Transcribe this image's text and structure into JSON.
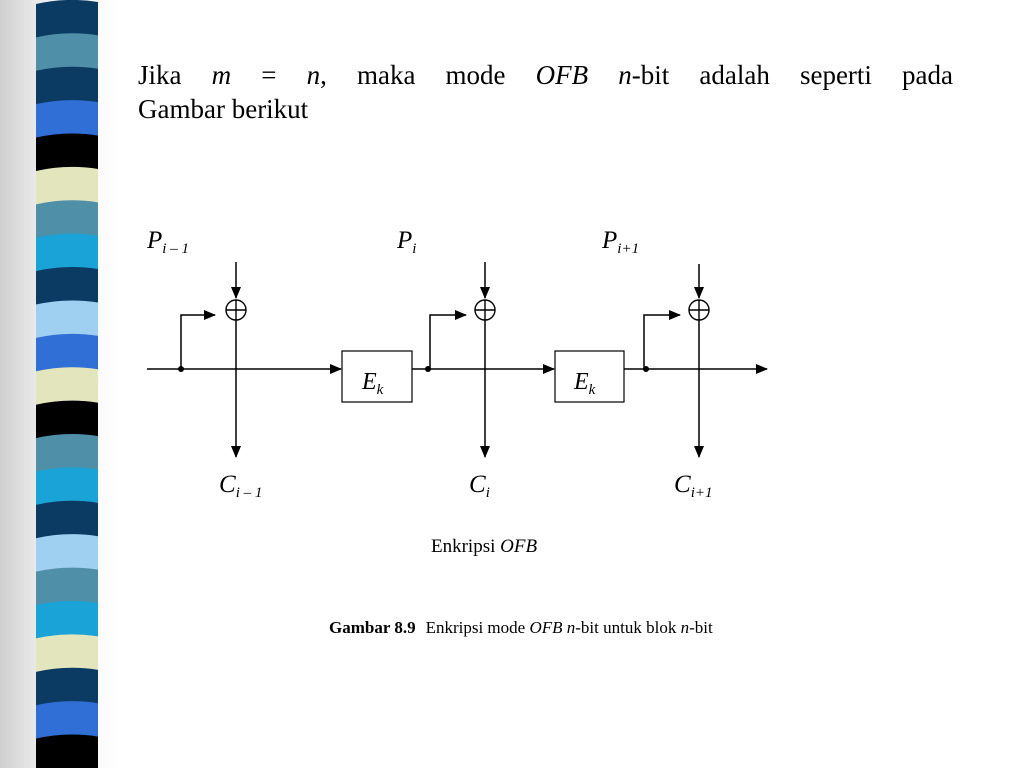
{
  "heading": {
    "line1_p1": "Jika ",
    "m": "m",
    "eq": " = ",
    "n": "n",
    "line1_p2": ", maka mode ",
    "ofb": "OFB",
    "sp": " ",
    "n2": "n",
    "line1_p3": "-bit adalah seperti pada",
    "line2": "Gambar berikut"
  },
  "diagram": {
    "plaintext_labels": [
      {
        "main": "P",
        "sub": "i – 1"
      },
      {
        "main": "P",
        "sub": "i"
      },
      {
        "main": "P",
        "sub": "i+1"
      }
    ],
    "ciphertext_labels": [
      {
        "main": "C",
        "sub": "i – 1"
      },
      {
        "main": "C",
        "sub": "i"
      },
      {
        "main": "C",
        "sub": "i+1"
      }
    ],
    "encrypt_blocks": [
      {
        "main": "E",
        "sub": "k"
      },
      {
        "main": "E",
        "sub": "k"
      }
    ],
    "xor_symbol": "⊕"
  },
  "diagram_caption": {
    "text": "Enkripsi ",
    "italic": "OFB"
  },
  "figure_caption": {
    "number": "Gambar 8.9",
    "t1": "Enkripsi mode ",
    "ofb": "OFB",
    "sp": " ",
    "n": "n",
    "t2": "-bit untuk blok ",
    "n2": "n",
    "t3": "-bit"
  },
  "colors": {
    "stripe_navy": "#0b3a63",
    "stripe_blue": "#2f6fd6",
    "stripe_cyan": "#1aa3d6",
    "stripe_teal": "#4f8fa8",
    "stripe_light": "#9fd0f2",
    "stripe_cream": "#e3e6bd",
    "stripe_black": "#000000"
  }
}
